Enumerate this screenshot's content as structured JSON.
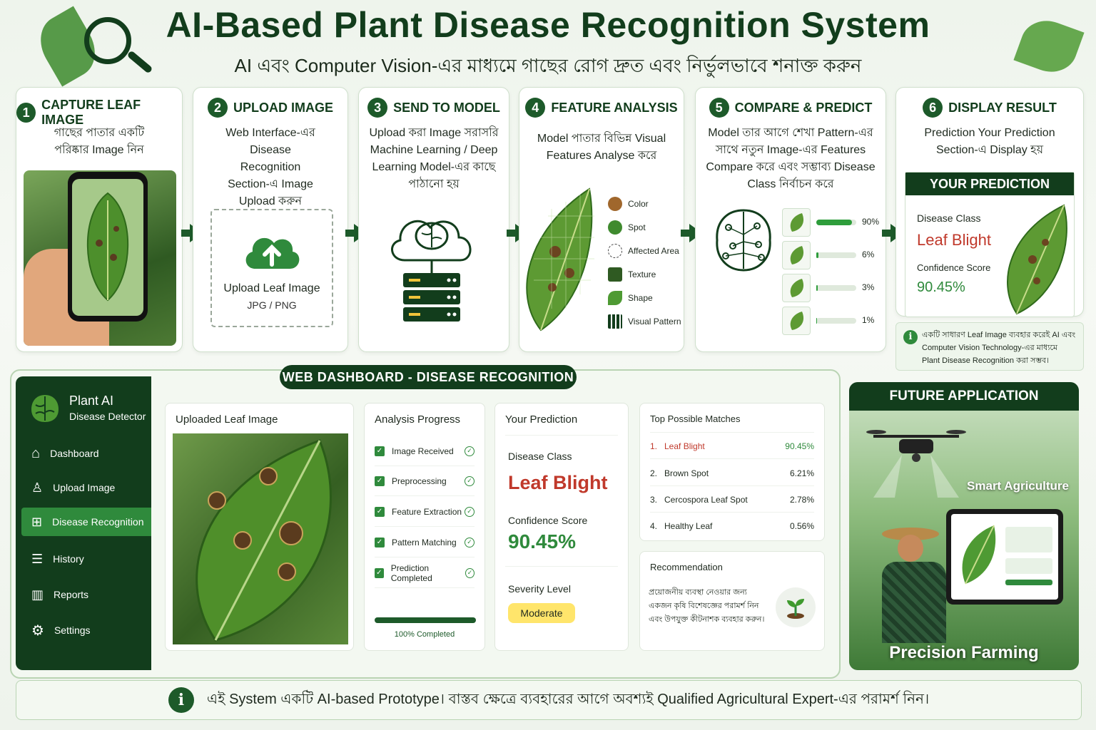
{
  "header": {
    "title": "AI-Based Plant Disease Recognition System",
    "subtitle": "AI এবং Computer Vision-এর মাধ্যমে গাছের রোগ দ্রুত এবং নির্ভুলভাবে শনাক্ত করুন"
  },
  "colors": {
    "primary": "#123d1c",
    "accent": "#2f8a3c",
    "danger": "#c0392b",
    "moderate": "#ffe56b"
  },
  "steps": [
    {
      "num": "1",
      "title": "CAPTURE LEAF IMAGE",
      "desc": "গাছের পাতার একটি পরিষ্কার Image নিন"
    },
    {
      "num": "2",
      "title": "UPLOAD IMAGE",
      "desc": "Web Interface-এর Disease Recognition Section-এ Image Upload করুন",
      "upload_label": "Upload Leaf Image",
      "upload_formats": "JPG / PNG"
    },
    {
      "num": "3",
      "title": "SEND TO MODEL",
      "desc": "Upload করা Image সরাসরি Machine Learning / Deep Learning Model-এর কাছে পাঠানো হয়"
    },
    {
      "num": "4",
      "title": "FEATURE ANALYSIS",
      "desc": "Model পাতার বিভিন্ন Visual Features Analyse করে",
      "features": [
        "Color",
        "Spot",
        "Affected Area",
        "Texture",
        "Shape",
        "Visual Pattern"
      ]
    },
    {
      "num": "5",
      "title": "COMPARE & PREDICT",
      "desc": "Model তার আগে শেখা Pattern-এর সাথে নতুন Image-এর Features Compare করে এবং সম্ভাব্য Disease Class নির্বাচন করে",
      "bars": [
        {
          "label": "90%",
          "value": 90
        },
        {
          "label": "6%",
          "value": 6
        },
        {
          "label": "3%",
          "value": 3
        },
        {
          "label": "1%",
          "value": 1
        }
      ]
    },
    {
      "num": "6",
      "title": "DISPLAY RESULT",
      "desc": "Prediction Your Prediction Section-এ Display হয়",
      "card_title": "YOUR PREDICTION",
      "disease_label": "Disease Class",
      "disease": "Leaf Blight",
      "conf_label": "Confidence Score",
      "conf": "90.45%",
      "note": "একটি সাধারণ Leaf Image ব্যবহার করেই AI এবং Computer Vision Technology-এর মাধ্যমে Plant Disease Recognition করা সম্ভব।"
    }
  ],
  "dashboard": {
    "tab": "WEB DASHBOARD - DISEASE RECOGNITION",
    "brand": "Plant AI",
    "brand_sub": "Disease Detector",
    "nav": [
      {
        "label": "Dashboard",
        "icon": "home-icon"
      },
      {
        "label": "Upload Image",
        "icon": "user-upload-icon"
      },
      {
        "label": "Disease Recognition",
        "icon": "plus-square-icon",
        "active": true
      },
      {
        "label": "History",
        "icon": "document-icon"
      },
      {
        "label": "Reports",
        "icon": "chart-icon"
      },
      {
        "label": "Settings",
        "icon": "gear-icon"
      }
    ],
    "uploaded_title": "Uploaded Leaf Image",
    "progress_title": "Analysis Progress",
    "progress_items": [
      "Image Received",
      "Preprocessing",
      "Feature Extraction",
      "Pattern Matching",
      "Prediction Completed"
    ],
    "progress_value": 100,
    "progress_label": "100% Completed",
    "prediction_title": "Your Prediction",
    "disease_label": "Disease Class",
    "disease": "Leaf Blight",
    "conf_label": "Confidence Score",
    "conf": "90.45%",
    "severity_label": "Severity Level",
    "severity": "Moderate",
    "matches_title": "Top Possible Matches",
    "matches": [
      {
        "rank": "1.",
        "name": "Leaf Blight",
        "score": "90.45%"
      },
      {
        "rank": "2.",
        "name": "Brown Spot",
        "score": "6.21%"
      },
      {
        "rank": "3.",
        "name": "Cercospora Leaf Spot",
        "score": "2.78%"
      },
      {
        "rank": "4.",
        "name": "Healthy Leaf",
        "score": "0.56%"
      }
    ],
    "rec_title": "Recommendation",
    "rec_text": "প্রয়োজনীয় ব্যবস্থা নেওয়ার জন্য একজন কৃষি বিশেষজ্ঞের পরামর্শ নিন এবং উপযুক্ত কীটনাশক ব্যবহার করুন।"
  },
  "future": {
    "title": "FUTURE APPLICATION",
    "label1": "Smart Agriculture",
    "label2": "Precision Farming"
  },
  "footer": {
    "text": "এই System একটি AI-based Prototype। বাস্তব ক্ষেত্রে ব্যবহারের আগে অবশ্যই Qualified Agricultural Expert-এর পরামর্শ নিন।"
  }
}
